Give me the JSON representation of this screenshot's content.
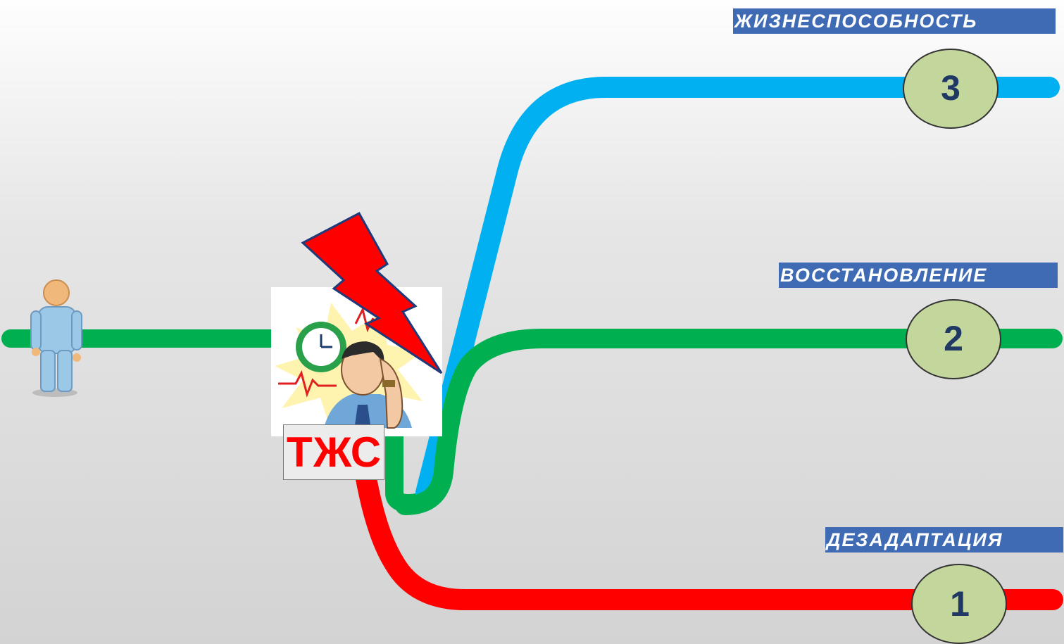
{
  "outcomes": {
    "top": {
      "label": "ЖИЗНЕСПОСОБНОСТЬ",
      "number": "3"
    },
    "middle": {
      "label": "ВОССТАНОВЛЕНИЕ",
      "number": "2"
    },
    "bottom": {
      "label": "ДЕЗАДАПТАЦИЯ",
      "number": "1"
    }
  },
  "event": {
    "label": "ТЖС"
  },
  "colors": {
    "top_path": "#00b0f0",
    "middle_path": "#00b050",
    "bottom_path": "#ff0000",
    "circle_fill": "#c3d69b",
    "circle_text": "#1f3864",
    "label_bg": "#3f6bb5"
  },
  "icons": [
    "person-icon",
    "lightning-icon",
    "clock-icon",
    "stressed-man-icon"
  ]
}
